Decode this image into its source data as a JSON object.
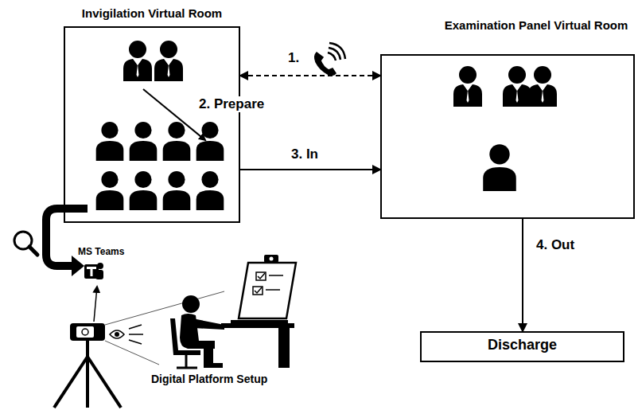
{
  "diagram": {
    "nodes": [
      {
        "text": [
          "Invigilation Virtual Room"
        ]
      },
      {
        "text": [
          "Examination Panel Virtual Room"
        ]
      },
      {
        "text": [
          "Discharge"
        ]
      }
    ],
    "edges": [
      {
        "from": 0,
        "to": 1,
        "label": "1.",
        "arrow": "both"
      },
      {
        "from": 0,
        "to": 1,
        "label": "3. In",
        "arrow": "to"
      },
      {
        "from": 1,
        "to": 2,
        "label": "4. Out",
        "arrow": "to"
      }
    ],
    "labels": [
      "2. Prepare",
      "MS Teams",
      "Digital Platform Setup"
    ]
  }
}
